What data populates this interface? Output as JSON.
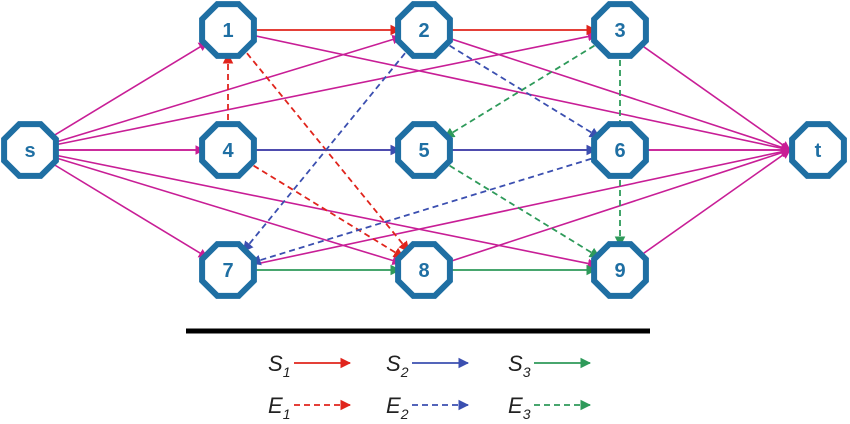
{
  "colors": {
    "background": "#ffffff",
    "node_border": "#1f6fa3",
    "node_label": "#1f6fa3",
    "flow_edge": "#c81e96",
    "S1": "#e0241c",
    "S2": "#3b4fb0",
    "S3": "#2e9a5a",
    "E1": "#e0241c",
    "E2": "#3b4fb0",
    "E3": "#2e9a5a",
    "separator": "#000000",
    "legend_text": "#222222"
  },
  "nodes": [
    {
      "id": "s",
      "label": "s"
    },
    {
      "id": "1",
      "label": "1"
    },
    {
      "id": "2",
      "label": "2"
    },
    {
      "id": "3",
      "label": "3"
    },
    {
      "id": "4",
      "label": "4"
    },
    {
      "id": "5",
      "label": "5"
    },
    {
      "id": "6",
      "label": "6"
    },
    {
      "id": "7",
      "label": "7"
    },
    {
      "id": "8",
      "label": "8"
    },
    {
      "id": "9",
      "label": "9"
    },
    {
      "id": "t",
      "label": "t"
    }
  ],
  "edges": [
    {
      "from": "s",
      "to": "1",
      "type": "flow"
    },
    {
      "from": "s",
      "to": "2",
      "type": "flow"
    },
    {
      "from": "s",
      "to": "3",
      "type": "flow"
    },
    {
      "from": "s",
      "to": "4",
      "type": "flow"
    },
    {
      "from": "s",
      "to": "5",
      "type": "flow"
    },
    {
      "from": "s",
      "to": "6",
      "type": "flow"
    },
    {
      "from": "s",
      "to": "7",
      "type": "flow"
    },
    {
      "from": "s",
      "to": "8",
      "type": "flow"
    },
    {
      "from": "s",
      "to": "9",
      "type": "flow"
    },
    {
      "from": "1",
      "to": "t",
      "type": "flow"
    },
    {
      "from": "2",
      "to": "t",
      "type": "flow"
    },
    {
      "from": "3",
      "to": "t",
      "type": "flow"
    },
    {
      "from": "4",
      "to": "t",
      "type": "flow"
    },
    {
      "from": "5",
      "to": "t",
      "type": "flow"
    },
    {
      "from": "6",
      "to": "t",
      "type": "flow"
    },
    {
      "from": "7",
      "to": "t",
      "type": "flow"
    },
    {
      "from": "8",
      "to": "t",
      "type": "flow"
    },
    {
      "from": "9",
      "to": "t",
      "type": "flow"
    },
    {
      "from": "1",
      "to": "2",
      "type": "S1"
    },
    {
      "from": "2",
      "to": "3",
      "type": "S1"
    },
    {
      "from": "4",
      "to": "5",
      "type": "S2"
    },
    {
      "from": "5",
      "to": "6",
      "type": "S2"
    },
    {
      "from": "7",
      "to": "8",
      "type": "S3"
    },
    {
      "from": "8",
      "to": "9",
      "type": "S3"
    },
    {
      "from": "4",
      "to": "1",
      "type": "E1"
    },
    {
      "from": "1",
      "to": "8",
      "type": "E1"
    },
    {
      "from": "4",
      "to": "8",
      "type": "E1"
    },
    {
      "from": "2",
      "to": "6",
      "type": "E2"
    },
    {
      "from": "2",
      "to": "7",
      "type": "E2"
    },
    {
      "from": "6",
      "to": "7",
      "type": "E2"
    },
    {
      "from": "3",
      "to": "5",
      "type": "E3"
    },
    {
      "from": "3",
      "to": "9",
      "type": "E3"
    },
    {
      "from": "5",
      "to": "9",
      "type": "E3"
    }
  ],
  "legend": [
    {
      "key": "S1",
      "letter": "S",
      "sub": "1",
      "style": "solid"
    },
    {
      "key": "S2",
      "letter": "S",
      "sub": "2",
      "style": "solid"
    },
    {
      "key": "S3",
      "letter": "S",
      "sub": "3",
      "style": "solid"
    },
    {
      "key": "E1",
      "letter": "E",
      "sub": "1",
      "style": "dashed"
    },
    {
      "key": "E2",
      "letter": "E",
      "sub": "2",
      "style": "dashed"
    },
    {
      "key": "E3",
      "letter": "E",
      "sub": "3",
      "style": "dashed"
    }
  ]
}
